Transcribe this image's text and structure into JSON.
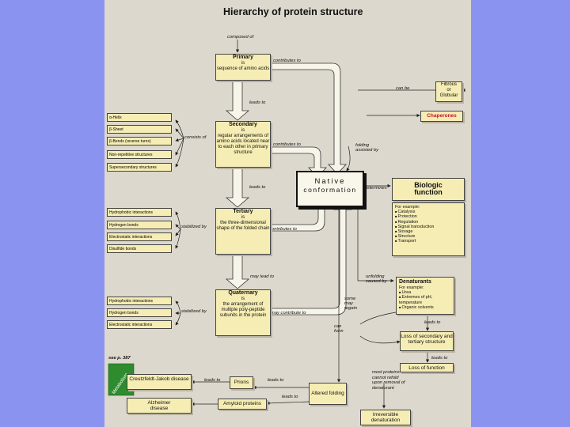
{
  "title": "Hierarchy of protein structure",
  "labels": {
    "composed_of": "composed of",
    "contributes_to_1": "contributes to",
    "contributes_to_2": "contributes to",
    "contributes_to_3": "contributes to",
    "may_contribute_to": "may contribute to",
    "can_be": "can be",
    "leads_to_1": "leads to",
    "leads_to_2": "leads to",
    "leads_to_3": "leads to",
    "leads_to_4": "leads to",
    "leads_to_5": "leads to",
    "leads_to_6": "leads to",
    "leads_to_7": "leads to",
    "consists_of": "consists of",
    "stabilized_by_1": "stabilized by",
    "stabilized_by_2": "stabilized by",
    "may_lead_to": "may lead to",
    "folding_assisted_by": "folding assisted by",
    "determines": "determines",
    "unfolding_caused_by": "unfolding caused by",
    "some_may_regain": "some may regain",
    "can_form": "can form",
    "most_proteins": "most proteins cannot refold upon removal of denaturant",
    "see_page": "see p. 387"
  },
  "primary": {
    "title": "Primary",
    "is": "is",
    "desc": "sequence of amino acids"
  },
  "secondary": {
    "title": "Secondary",
    "is": "is",
    "desc": "regular arrangements of amino acids located near to each other in primary structure"
  },
  "tertiary": {
    "title": "Tertiary",
    "is": "is",
    "desc": "the three-dimensional shape of the folded chain"
  },
  "quaternary": {
    "title": "Quaternary",
    "is": "is",
    "desc": "the arrangement of multiple poly-peptide subunits in the protein"
  },
  "native": {
    "line1": "Native",
    "line2": "conformation"
  },
  "fibrous": {
    "line1": "Fibrous",
    "line2": "or",
    "line3": "Globular"
  },
  "chaperones": "Chaperones",
  "biologic": {
    "title": "Biologic function",
    "for_example": "For example:",
    "items": [
      "Catalysis",
      "Protection",
      "Regulation",
      "Signal transduction",
      "Storage",
      "Structure",
      "Transport"
    ]
  },
  "denaturants": {
    "title": "Denaturants",
    "for_example": "For example:",
    "items": [
      "Urea",
      "Extremes of pH, temperature",
      "Organic solvents"
    ]
  },
  "loss_secondary": "Loss of secondary and tertiary structure",
  "loss_function": "Loss of function",
  "irreversible": "Irreversible denaturation",
  "altered_folding": "Altered folding",
  "prions": "Prions",
  "amyloid": "Amyloid proteins",
  "creutzfeldt": "Creutzfeldt-Jakob disease",
  "alzheimer": "Alzheimer disease",
  "secondary_side": [
    "α-Helix",
    "β-Sheet",
    "β-Bends (reverse turns)",
    "Non-repetitive structures",
    "Supersecondary structures"
  ],
  "tertiary_side": [
    "Hydrophobic interactions",
    "Hydrogen bonds",
    "Electrostatic interactions",
    "Disulfide bonds"
  ],
  "quaternary_side": [
    "Hydrophobic interactions",
    "Hydrogen bonds",
    "Electrostatic interactions"
  ],
  "colors": {
    "background": "#8b93f0",
    "panel": "#ddd8cd",
    "box": "#f6edb4",
    "chaperones": "#c8102e",
    "logo": "#2e8b2e"
  }
}
